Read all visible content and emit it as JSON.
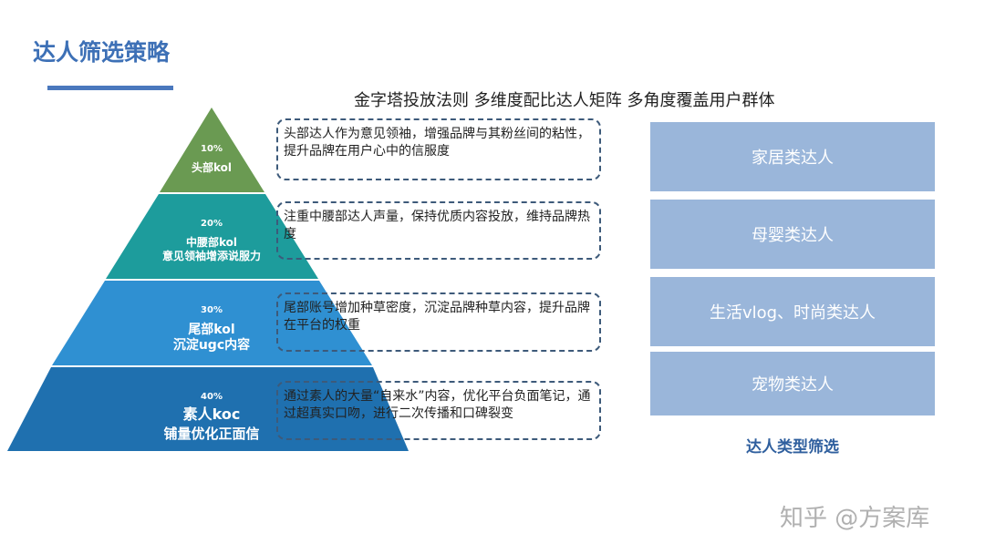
{
  "title": "达人筛选策略",
  "subtitle": "金字塔投放法则  多维度配比达人矩阵 多角度覆盖用户群体",
  "pyramid": [
    {
      "percent": "10%",
      "name": "头部kol",
      "desc": "",
      "color": "#6a9a52",
      "note": "头部达人作为意见领袖，增强品牌与其粉丝间的粘性，提升品牌在用户心中的信服度"
    },
    {
      "percent": "20%",
      "name": "中腰部kol",
      "desc": "意见领袖增添说服力",
      "color": "#1d9c9c",
      "note": "注重中腰部达人声量，保持优质内容投放，维持品牌热度"
    },
    {
      "percent": "30%",
      "name": "尾部kol",
      "desc": "沉淀ugc内容",
      "color": "#2f90d2",
      "note": "尾部账号增加种草密度，沉淀品牌种草内容，提升品牌在平台的权重"
    },
    {
      "percent": "40%",
      "name": "素人koc",
      "desc": "铺量优化正面信",
      "color": "#1f70af",
      "note": "通过素人的大量“自来水”内容，优化平台负面笔记，通过超真实口吻，进行二次传播和口碑裂变"
    }
  ],
  "types": [
    "家居类达人",
    "母婴类达人",
    "生活vlog、时尚类达人",
    "宠物类达人"
  ],
  "types_label": "达人类型筛选",
  "watermark": "知乎 @方案库"
}
